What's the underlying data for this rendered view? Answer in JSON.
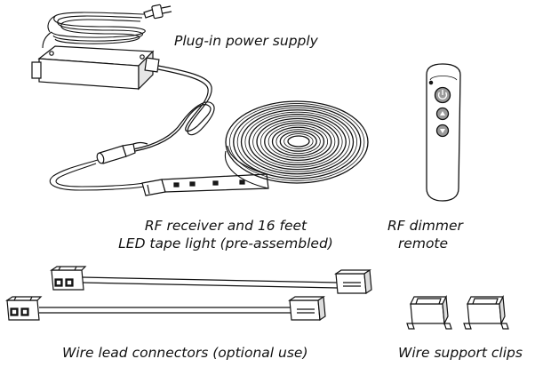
{
  "captions": {
    "power_supply": "Plug-in power supply",
    "receiver_line1": "RF receiver and 16 feet",
    "receiver_line2": "LED tape light (pre-assembled)",
    "remote_line1": "RF dimmer",
    "remote_line2": "remote",
    "wire_leads": "Wire lead connectors (optional use)",
    "clips": "Wire support clips"
  },
  "colors": {
    "line": "#111111",
    "fill_dark": "#1a1a1a",
    "fill_mid": "#9a9a9a",
    "fill_light": "#ffffff"
  },
  "icons": {
    "remote_buttons": [
      "power-icon",
      "up-arrow-icon",
      "down-arrow-icon"
    ]
  }
}
